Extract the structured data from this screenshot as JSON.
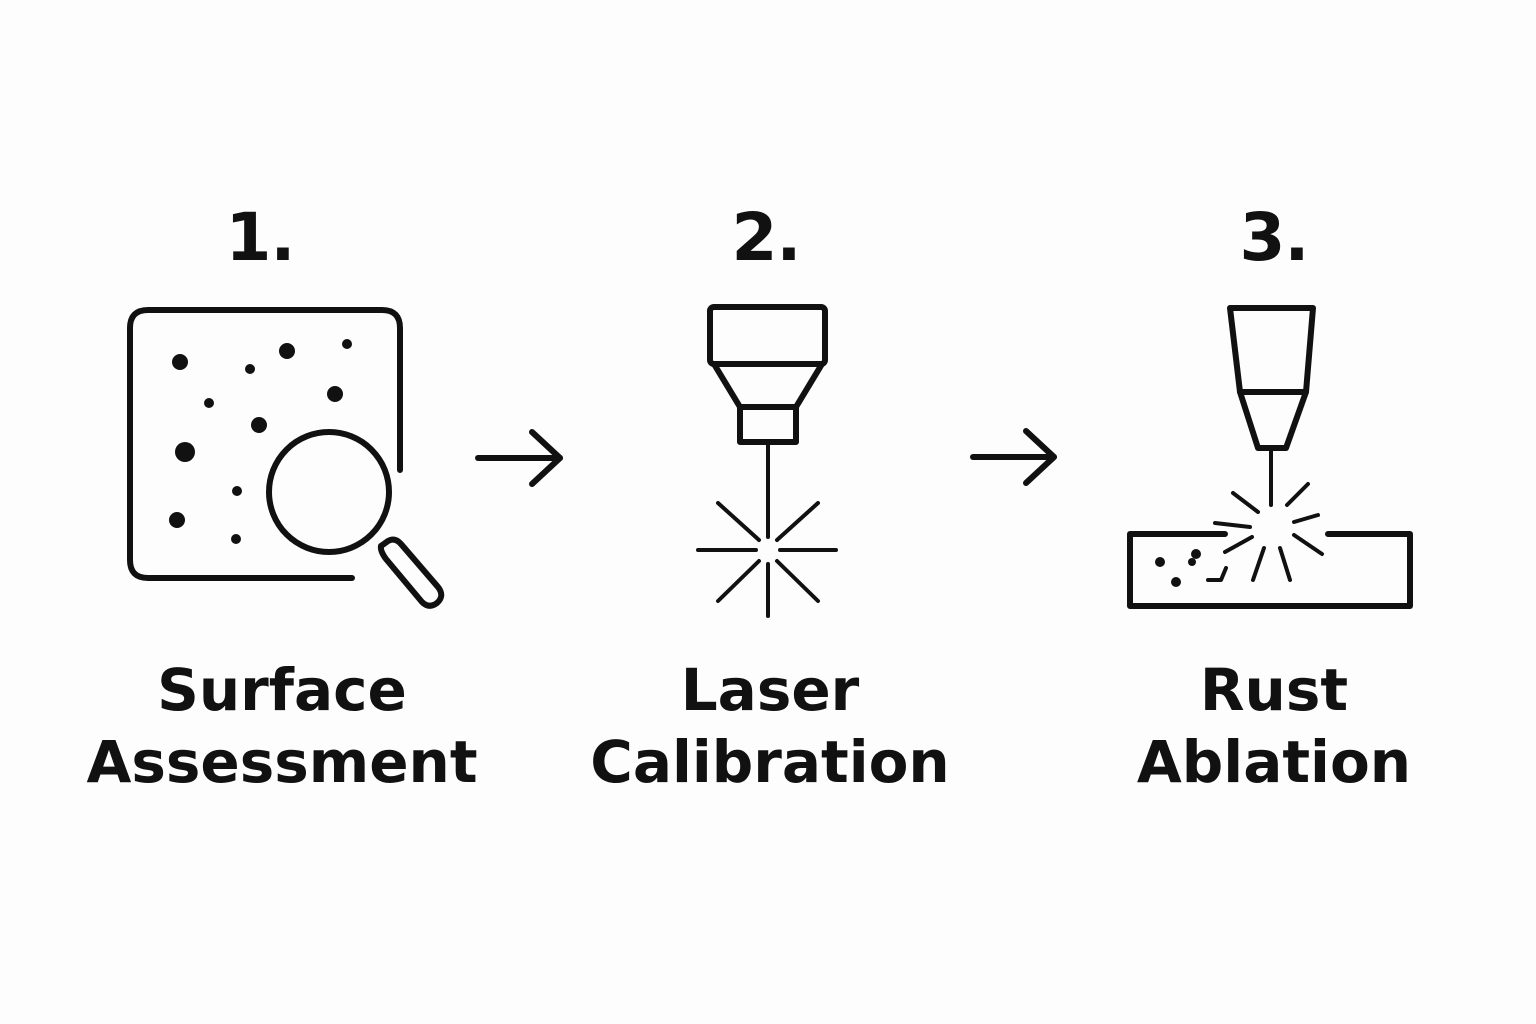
{
  "steps": [
    {
      "number": "1.",
      "label_line1": "Surface",
      "label_line2": "Assessment",
      "icon": "rusty-surface-magnifier-icon"
    },
    {
      "number": "2.",
      "label_line1": "Laser",
      "label_line2": "Calibration",
      "icon": "laser-head-icon"
    },
    {
      "number": "3.",
      "label_line1": "Rust",
      "label_line2": "Ablation",
      "icon": "laser-ablation-icon"
    }
  ],
  "connectors": [
    "arrow-right-icon",
    "arrow-right-icon"
  ],
  "colors": {
    "ink": "#111111",
    "background": "#fdfdfd"
  }
}
